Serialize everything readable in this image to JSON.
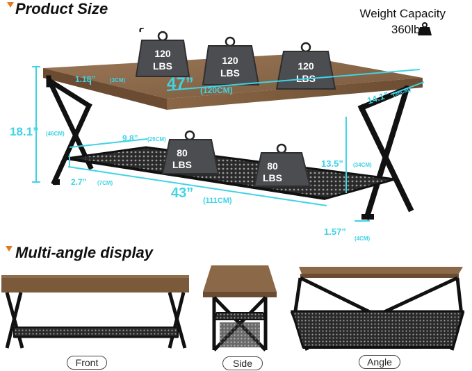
{
  "product_size": {
    "title": "Product Size"
  },
  "weight_capacity": {
    "line1": "Weight Capacity",
    "line2": "360lbs",
    "icon": "weight-icon"
  },
  "weights": {
    "top": [
      {
        "line1": "120",
        "line2": "LBS"
      },
      {
        "line1": "120",
        "line2": "LBS"
      },
      {
        "line1": "120",
        "line2": "LBS"
      }
    ],
    "bottom": [
      {
        "line1": "80",
        "line2": "LBS"
      },
      {
        "line1": "80",
        "line2": "LBS"
      }
    ]
  },
  "dimensions": {
    "length_top": {
      "value": "47”",
      "sub": "(120CM)"
    },
    "length_bottom": {
      "value": "43”",
      "sub": "(111CM)"
    },
    "height": {
      "value": "18.1”",
      "sub": "(46CM)"
    },
    "depth": {
      "value": "14.1”",
      "sub": "(36CM)"
    },
    "top_thickness": {
      "value": "1.18”",
      "sub": "(3CM)"
    },
    "shelf_depth": {
      "value": "9.8”",
      "sub": "(25CM)"
    },
    "shelf_clearance": {
      "value": "2.7”",
      "sub": "(7CM)"
    },
    "shelf_height": {
      "value": "13.5”",
      "sub": "(34CM)"
    },
    "leg_width": {
      "value": "1.57”",
      "sub": "(4CM)"
    }
  },
  "multi_angle": {
    "title": "Multi-angle display",
    "views": [
      {
        "label": "Front"
      },
      {
        "label": "Side"
      },
      {
        "label": "Angle"
      }
    ]
  },
  "colors": {
    "accent": "#e07a22",
    "dimension": "#3fd3e6",
    "wood": "#7a5a3e",
    "frame": "#1a1a1a"
  }
}
